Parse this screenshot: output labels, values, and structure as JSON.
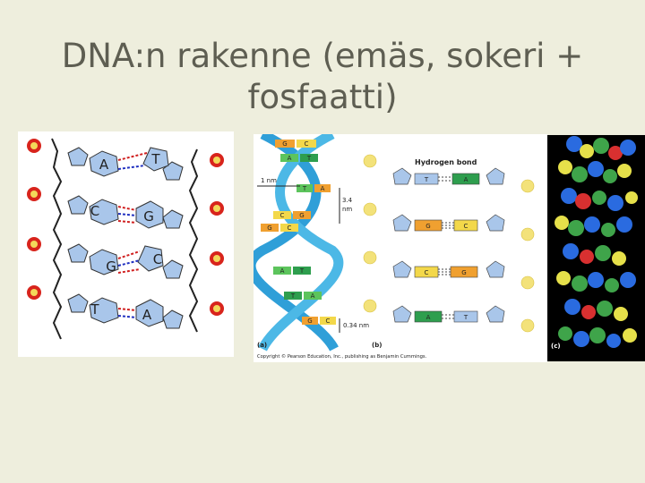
{
  "slide": {
    "title_line1": "DNA:n rakenne (emäs, sokeri +",
    "title_line2": "fosfaatti)"
  },
  "left_diagram": {
    "pairs": [
      {
        "left": "A",
        "right": "T"
      },
      {
        "left": "C",
        "right": "G"
      },
      {
        "left": "G",
        "right": "C"
      },
      {
        "left": "T",
        "right": "A"
      }
    ]
  },
  "middle_figure": {
    "hydrogen_bond_label": "Hydrogen bond",
    "measure_1nm": "1 nm",
    "measure_34nm_a": "3.4",
    "measure_34nm_b": "nm",
    "measure_034nm": "0.34 nm",
    "panel_a": "(a)",
    "panel_b": "(b)",
    "copyright": "Copyright © Pearson Education, Inc., publishing as Benjamin Cummings.",
    "ladder_pairs": [
      {
        "left": "T",
        "right": "A"
      },
      {
        "left": "G",
        "right": "C"
      },
      {
        "left": "C",
        "right": "G"
      },
      {
        "left": "A",
        "right": "T"
      }
    ],
    "helix_pairs": [
      {
        "left": "G",
        "right": "C"
      },
      {
        "left": "A",
        "right": "T"
      },
      {
        "left": "T",
        "right": "A"
      },
      {
        "left": "C",
        "right": "G"
      },
      {
        "left": "G",
        "right": "C"
      },
      {
        "left": "A",
        "right": "T"
      },
      {
        "left": "T",
        "right": "A"
      },
      {
        "left": "G",
        "right": "C"
      }
    ]
  },
  "right_figure": {
    "panel_c": "(c)"
  },
  "colors": {
    "background": "#eeeedd",
    "title": "#5e5e52",
    "phosphate": "#d8241c",
    "sugar": "#a9c6ea",
    "hbond_red": "#d02020",
    "hbond_blue": "#2030c0",
    "backbone_blue": "#2f9fd8"
  }
}
